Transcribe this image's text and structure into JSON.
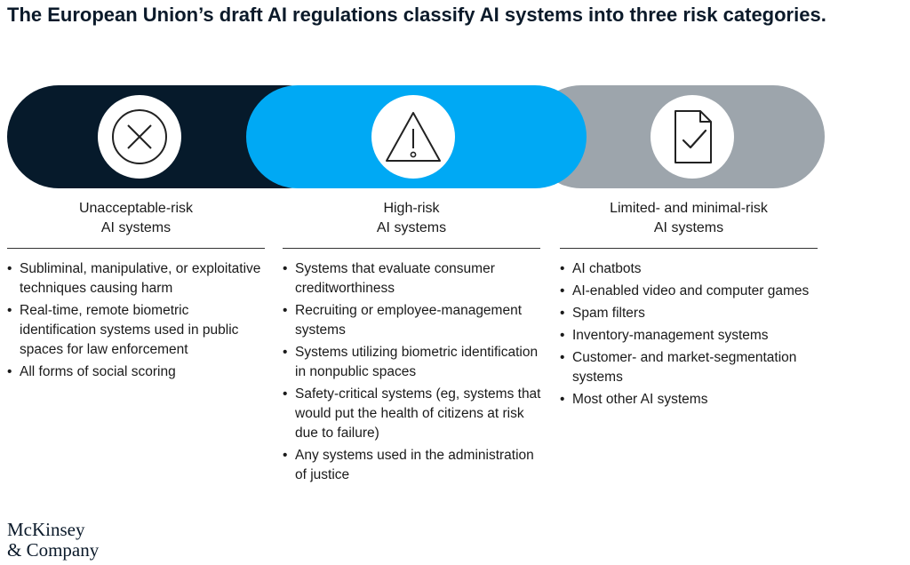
{
  "title": "The European Union’s draft AI regulations classify AI systems into three risk categories.",
  "colors": {
    "navy": "#061a2b",
    "blue": "#00a9f4",
    "gray": "#9da5ac"
  },
  "columns": [
    {
      "icon": "x-circle-icon",
      "heading": [
        "Unacceptable-risk",
        "AI systems"
      ],
      "items": [
        "Subliminal, manipulative, or exploitative techniques causing harm",
        "Real-time, remote biometric identification systems used in public spaces for law enforcement",
        "All forms of social scoring"
      ]
    },
    {
      "icon": "warning-triangle-icon",
      "heading": [
        "High-risk",
        "AI systems"
      ],
      "items": [
        "Systems that evaluate consumer creditworthiness",
        "Recruiting or employee-management systems",
        "Systems utilizing biometric identification in nonpublic spaces",
        "Safety-critical systems (eg, systems that would put the health of citizens at risk due to failure)",
        "Any systems used in the administration of justice"
      ]
    },
    {
      "icon": "document-check-icon",
      "heading": [
        "Limited- and minimal-risk",
        "AI systems"
      ],
      "items": [
        "AI chatbots",
        "AI-enabled video and computer games",
        "Spam filters",
        "Inventory-management systems",
        "Customer- and market-segmentation systems",
        "Most other AI systems"
      ]
    }
  ],
  "logo": [
    "McKinsey",
    "& Company"
  ]
}
